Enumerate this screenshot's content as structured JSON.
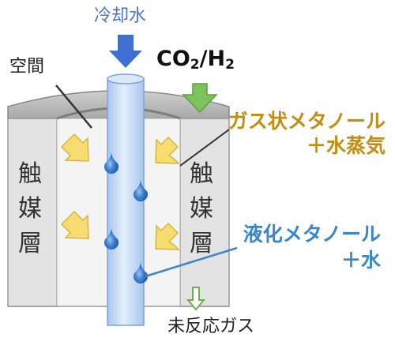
{
  "labels": {
    "coolant": "冷却水",
    "space": "空間",
    "feed_gas": {
      "co": "CO",
      "sub1": "2",
      "slash_h": "/H",
      "sub2": "2"
    },
    "gas_methanol": {
      "line1": "ガス状メタノール",
      "line2": "＋水蒸気"
    },
    "liquid_methanol": {
      "line1": "液化メタノール",
      "line2": "＋水"
    },
    "catalyst_left": [
      "触",
      "媒",
      "層"
    ],
    "catalyst_right": [
      "触",
      "媒",
      "層"
    ],
    "unreacted_gas": "未反応ガス"
  },
  "colors": {
    "coolant_text": "#4a74c9",
    "coolant_arrow": "#3f6fd0",
    "feed_arrow": "#7cc35b",
    "gas_methanol_text": "#c38d10",
    "liquid_methanol_text": "#3a86c8",
    "catalyst_fill": "#e6e6e6",
    "tube_fill": "#cfe0f6",
    "droplet": "#3d7fd0",
    "inner_arrow": "#f7dc6f"
  }
}
